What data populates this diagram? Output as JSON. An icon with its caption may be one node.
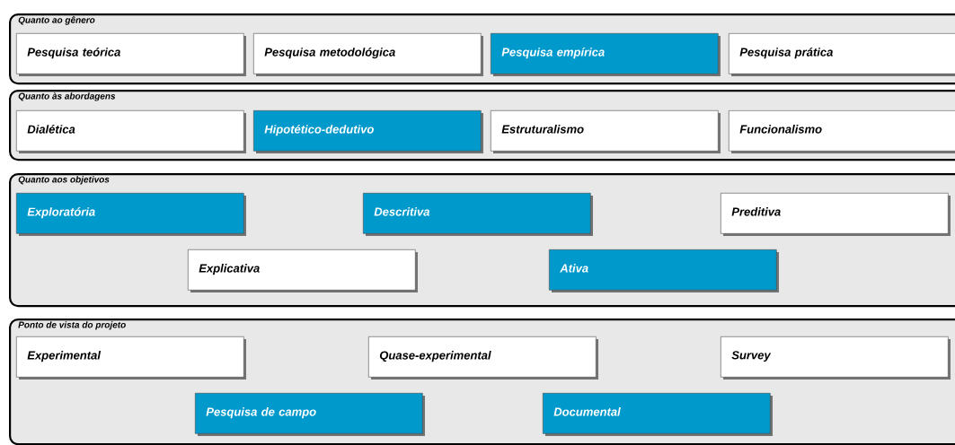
{
  "diagram": {
    "nodes": [
      {
        "text": [
          "Quanto ao gênero"
        ]
      },
      {
        "text": [
          "Pesquisa teórica"
        ],
        "in": 0
      },
      {
        "text": [
          "Pesquisa metodológica"
        ],
        "in": 0
      },
      {
        "text": [
          "Pesquisa empírica"
        ],
        "in": 0
      },
      {
        "text": [
          "Pesquisa prática"
        ],
        "in": 0
      },
      {
        "text": [
          "Quanto às abordagens"
        ]
      },
      {
        "text": [
          "Dialética"
        ],
        "in": 5
      },
      {
        "text": [
          "Hipotético-dedutivo"
        ],
        "in": 5
      },
      {
        "text": [
          "Estruturalismo"
        ],
        "in": 5
      },
      {
        "text": [
          "Funcionalismo"
        ],
        "in": 5
      },
      {
        "text": [
          "Quanto aos objetivos"
        ]
      },
      {
        "text": [
          "Exploratória"
        ],
        "in": 10
      },
      {
        "text": [
          "Descritiva"
        ],
        "in": 10
      },
      {
        "text": [
          "Preditiva"
        ],
        "in": 10
      },
      {
        "text": [
          "Explicativa"
        ],
        "in": 10
      },
      {
        "text": [
          "Ativa"
        ],
        "in": 10
      },
      {
        "text": [
          "Ponto de vista do projeto"
        ]
      },
      {
        "text": [
          "Experimental"
        ],
        "in": 16
      },
      {
        "text": [
          "Quase-experimental"
        ],
        "in": 16
      },
      {
        "text": [
          "Survey"
        ],
        "in": 16
      },
      {
        "text": [
          "Pesquisa de campo"
        ],
        "in": 16
      },
      {
        "text": [
          "Documental"
        ],
        "in": 16
      }
    ]
  }
}
